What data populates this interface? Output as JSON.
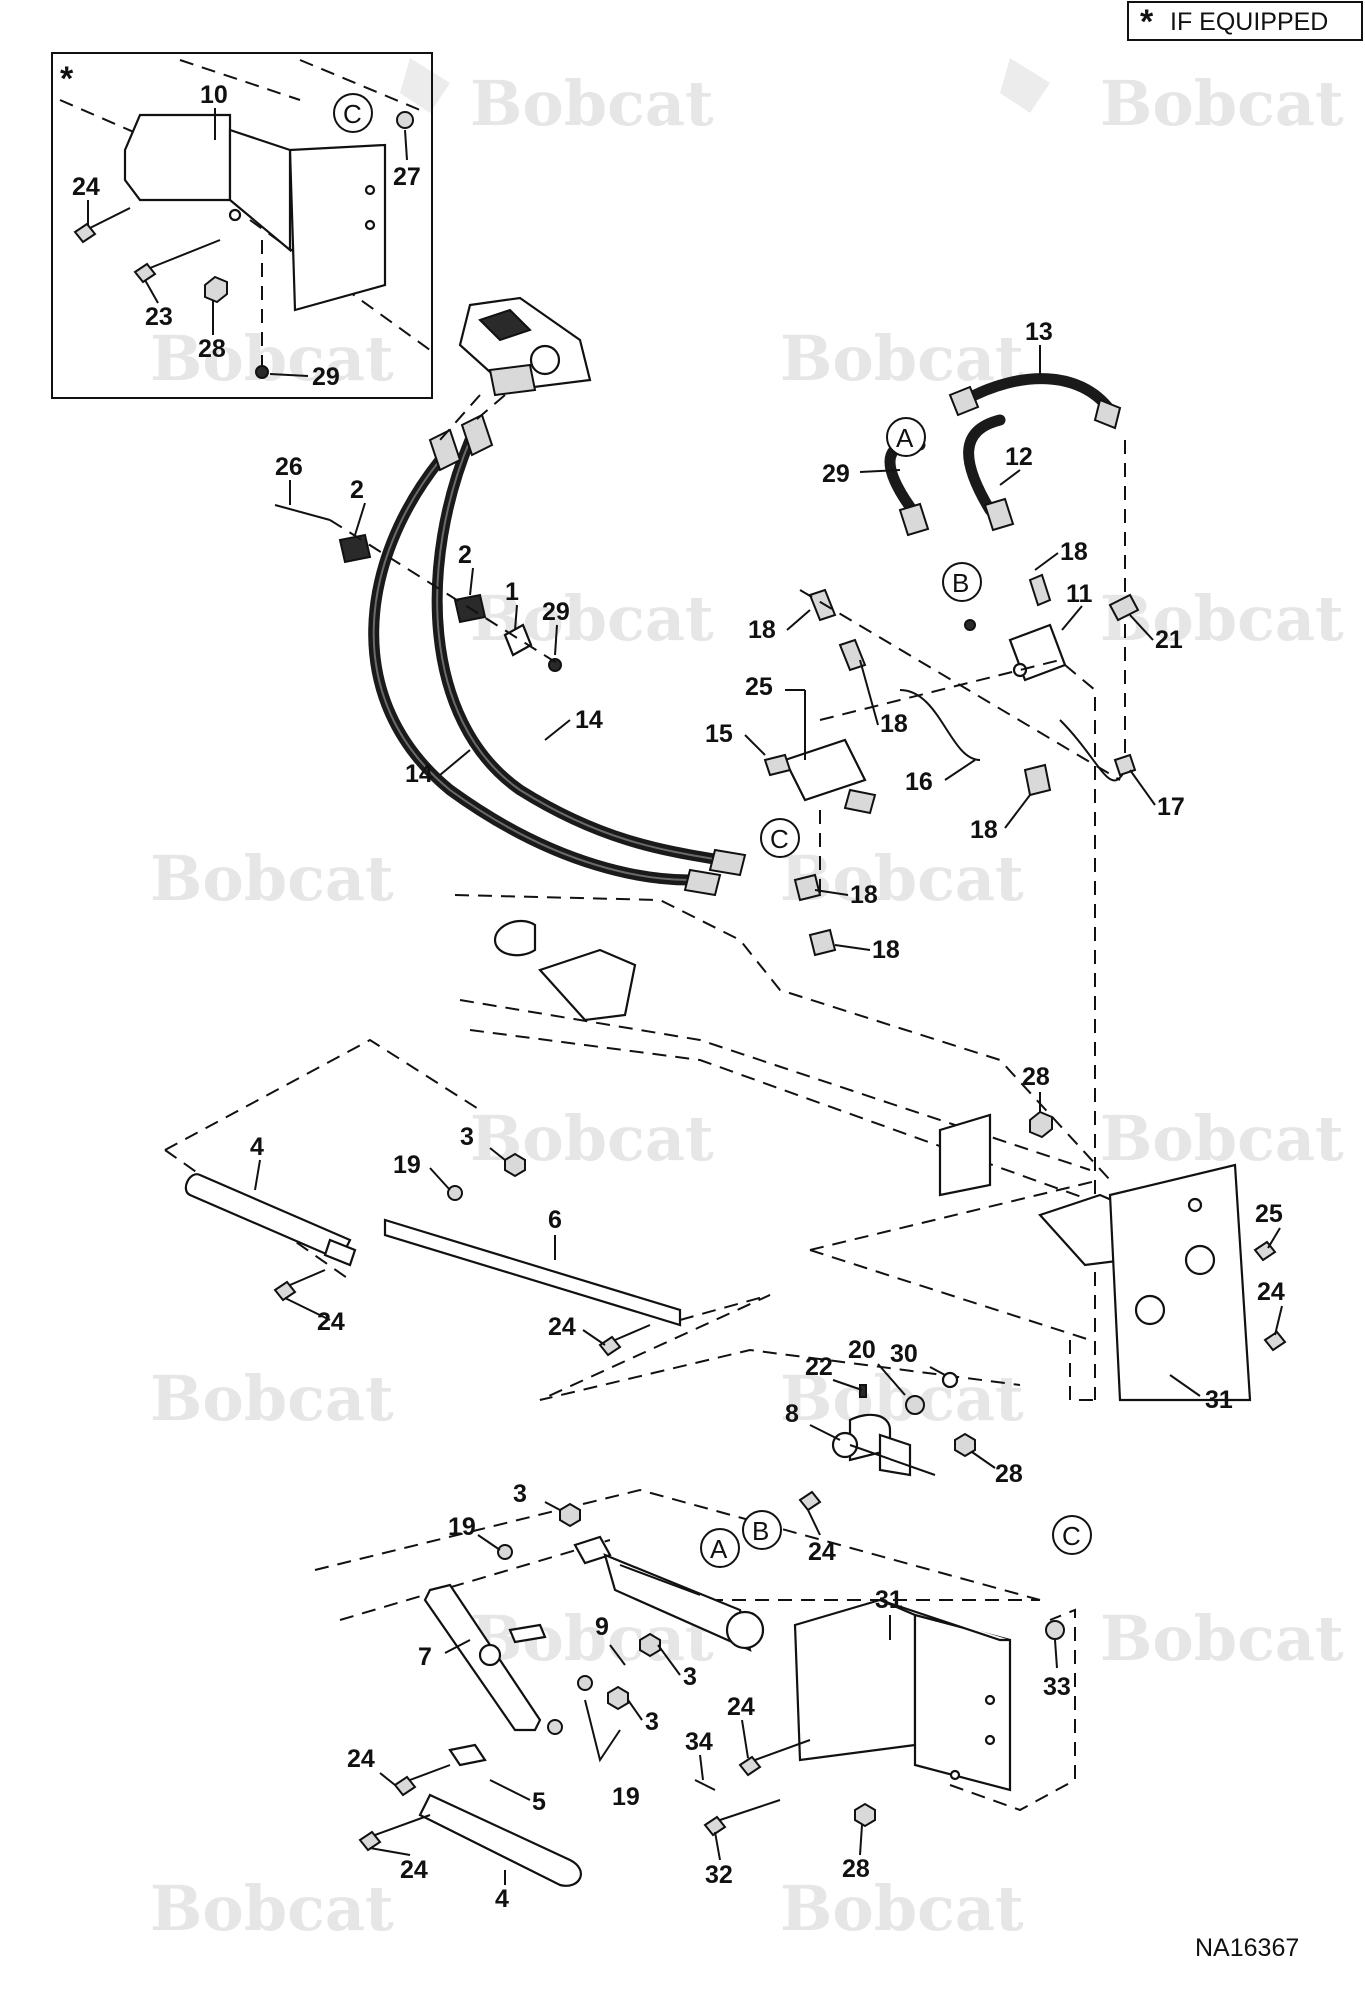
{
  "header": {
    "asterisk": "*",
    "note": "IF EQUIPPED"
  },
  "figure_id": "NA16367",
  "watermark": "Bobcat",
  "inset_marker": "*",
  "refs": {
    "C": "C",
    "A": "A",
    "B": "B"
  },
  "labels": {
    "p10": "10",
    "p27": "27",
    "p24a": "24",
    "p23": "23",
    "p28a": "28",
    "p29a": "29",
    "p26": "26",
    "p2a": "2",
    "p2b": "2",
    "p1": "1",
    "p29b": "29",
    "p13": "13",
    "p12": "12",
    "p29c": "29",
    "p18a": "18",
    "p11": "11",
    "p21": "21",
    "p18b": "18",
    "p25a": "25",
    "p15": "15",
    "p18c": "18",
    "p16": "16",
    "p17": "17",
    "p18d": "18",
    "p14a": "14",
    "p14b": "14",
    "p18e": "18",
    "p18f": "18",
    "p28b": "28",
    "p3a": "3",
    "p19a": "19",
    "p4a": "4",
    "p6": "6",
    "p24b": "24",
    "p24c": "24",
    "p25b": "25",
    "p24d": "24",
    "p31a": "31",
    "p22": "22",
    "p20": "20",
    "p30": "30",
    "p8": "8",
    "p28c": "28",
    "p24e": "24",
    "p3b": "3",
    "p19b": "19",
    "p31b": "31",
    "p7": "7",
    "p9": "9",
    "p3c": "3",
    "p3d": "3",
    "p33": "33",
    "p24f": "24",
    "p34": "34",
    "p24g": "24",
    "p5": "5",
    "p19c": "19",
    "p24h": "24",
    "p4b": "4",
    "p32": "32",
    "p28d": "28"
  }
}
